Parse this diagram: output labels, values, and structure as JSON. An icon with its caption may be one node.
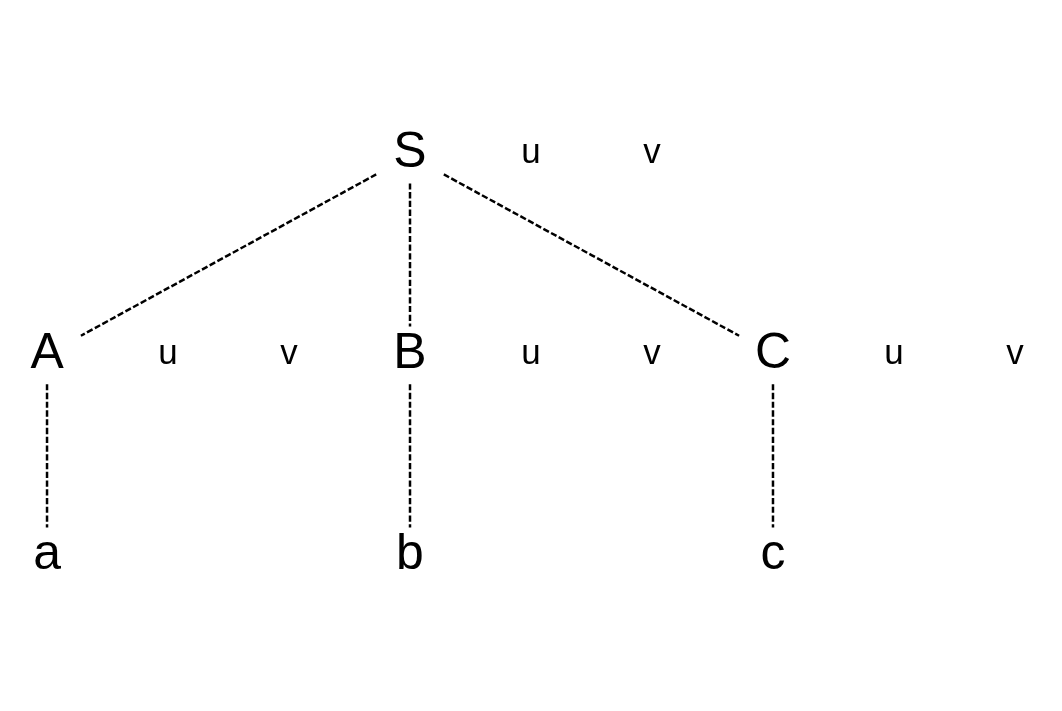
{
  "diagram": {
    "nodes": [
      {
        "text": [
          "S"
        ],
        "beside": [
          "u",
          "v"
        ]
      },
      {
        "text": [
          "A"
        ],
        "beside": [
          "u",
          "v"
        ]
      },
      {
        "text": [
          "B"
        ],
        "beside": [
          "u",
          "v"
        ]
      },
      {
        "text": [
          "C"
        ],
        "beside": [
          "u",
          "v"
        ]
      },
      {
        "text": [
          "a"
        ]
      },
      {
        "text": [
          "b"
        ]
      },
      {
        "text": [
          "c"
        ]
      }
    ],
    "edges": [
      {
        "from": 0,
        "to": 1,
        "arrow": "none",
        "style": "dashed"
      },
      {
        "from": 0,
        "to": 2,
        "arrow": "none",
        "style": "dashed"
      },
      {
        "from": 0,
        "to": 3,
        "arrow": "none",
        "style": "dashed"
      },
      {
        "from": 1,
        "to": 4,
        "arrow": "none",
        "style": "dashed"
      },
      {
        "from": 2,
        "to": 5,
        "arrow": "none",
        "style": "dashed"
      },
      {
        "from": 3,
        "to": 6,
        "arrow": "none",
        "style": "dashed"
      }
    ]
  }
}
